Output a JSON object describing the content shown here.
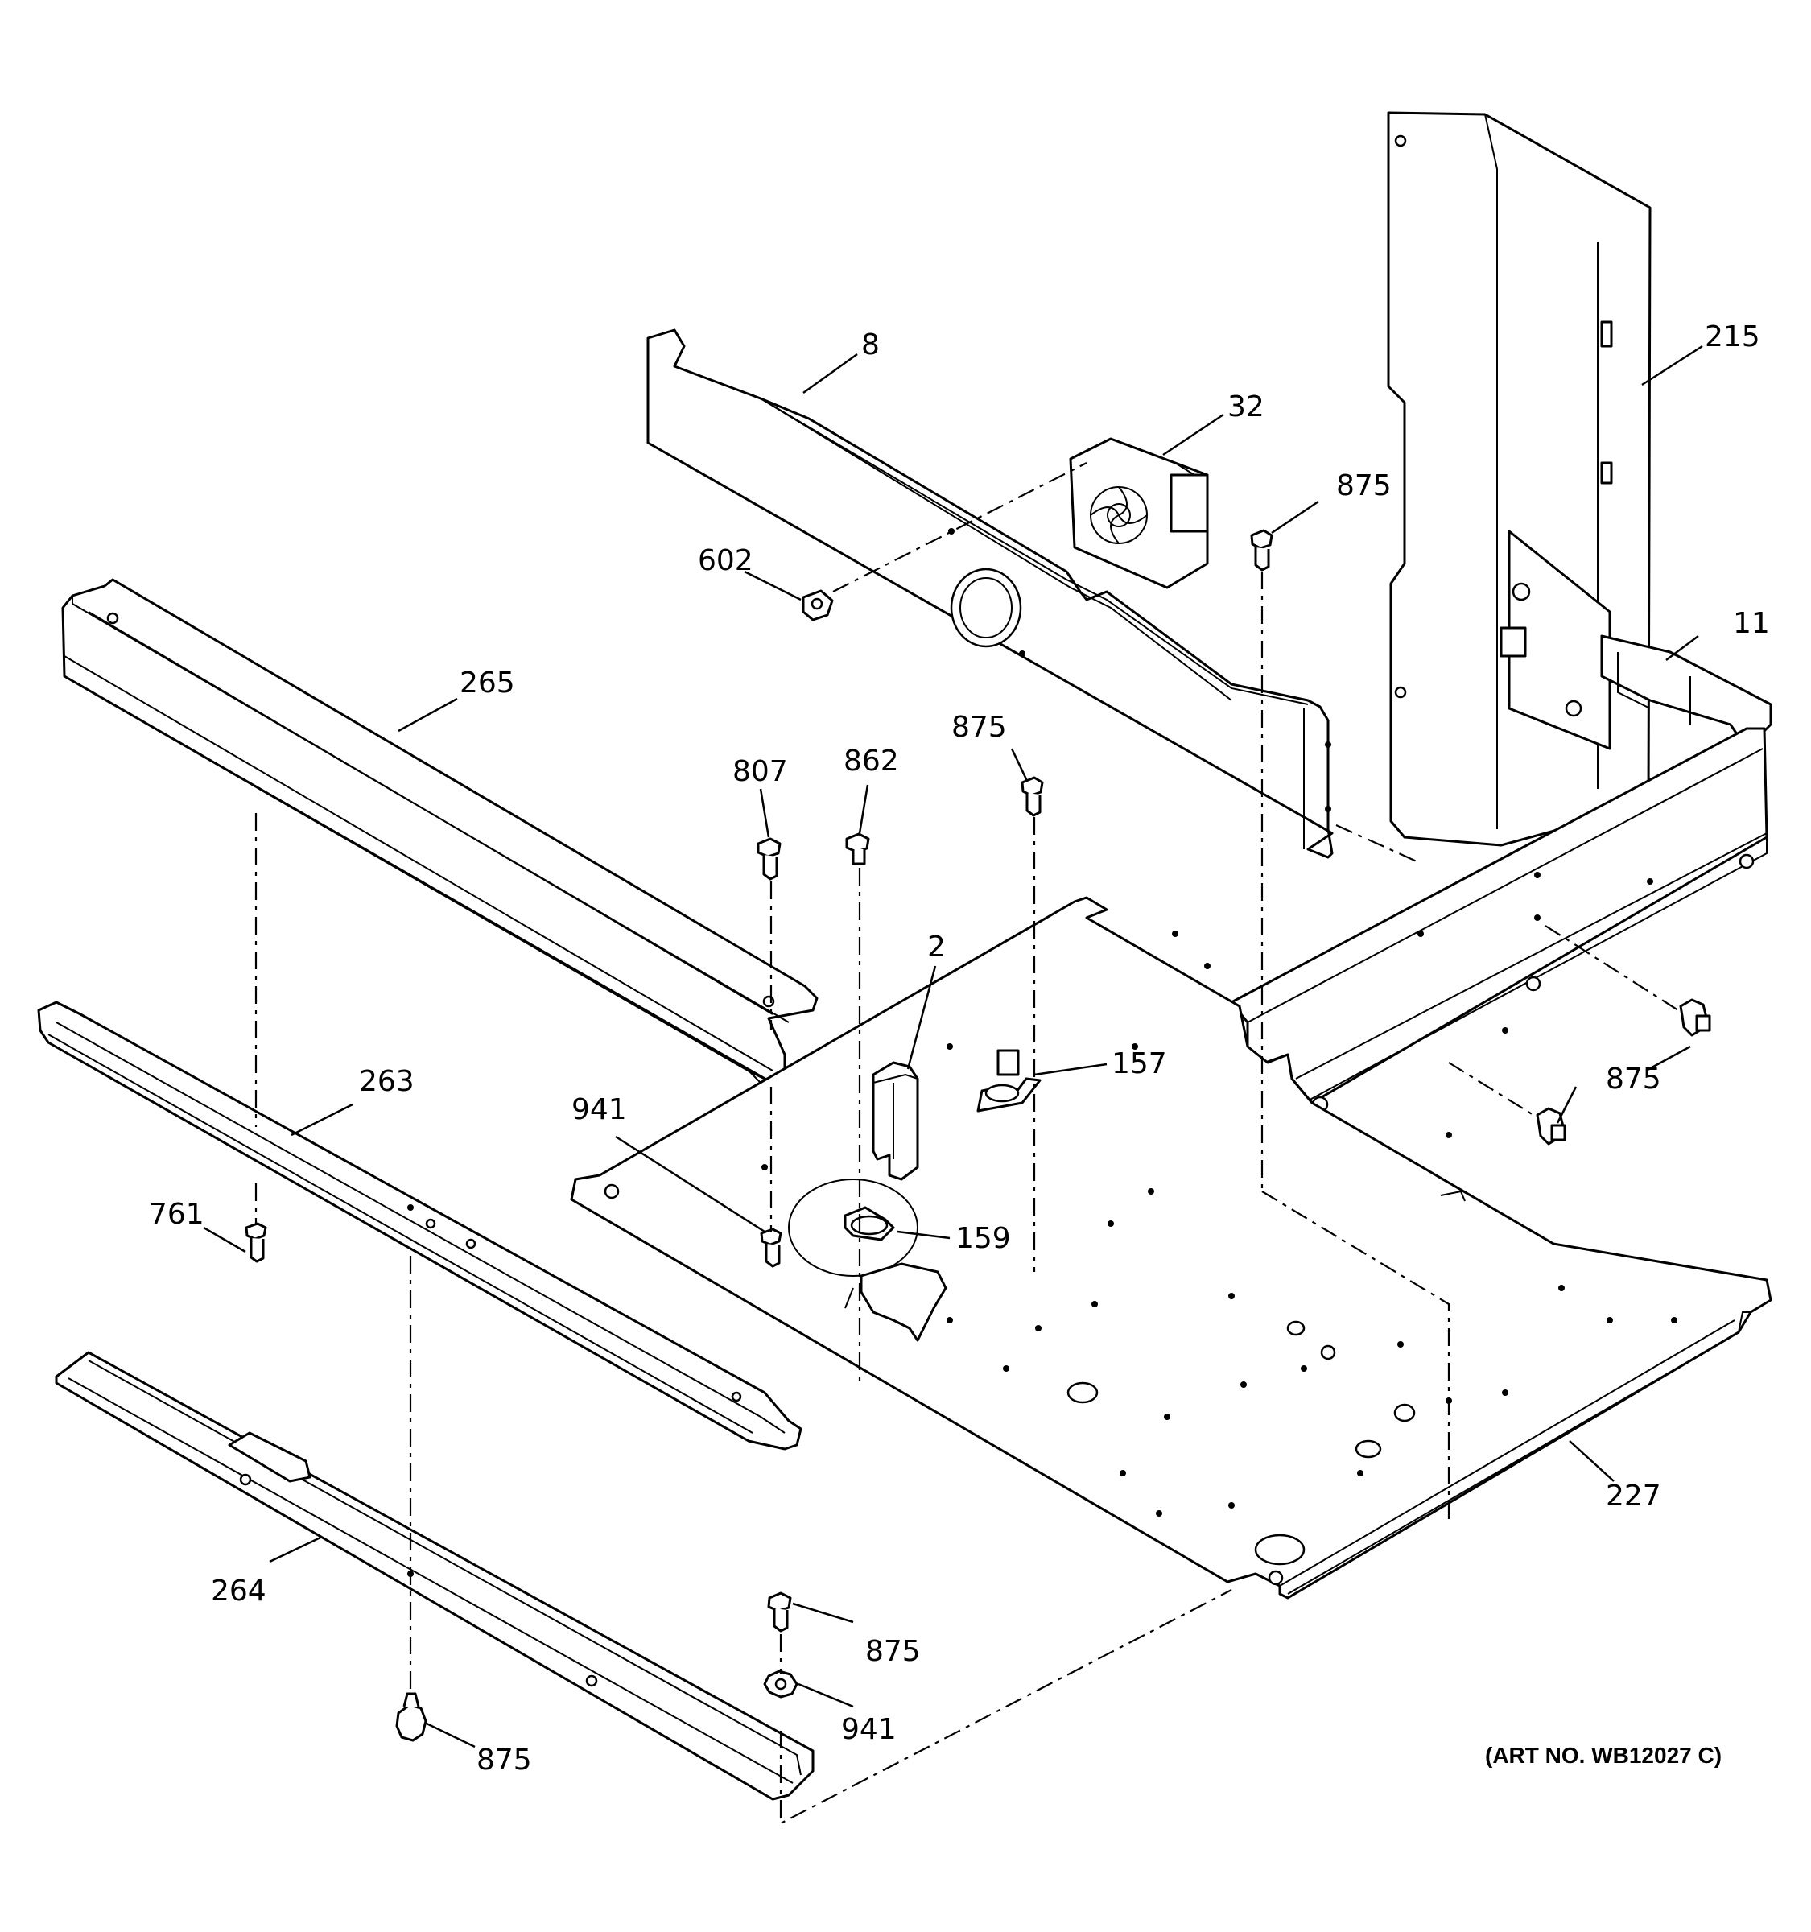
{
  "callouts": {
    "c8": "8",
    "c32": "32",
    "c215": "215",
    "c875a": "875",
    "c602": "602",
    "c11": "11",
    "c265": "265",
    "c875b": "875",
    "c807": "807",
    "c862": "862",
    "c2": "2",
    "c157": "157",
    "c263": "263",
    "c941a": "941",
    "c875c": "875",
    "c761": "761",
    "c159": "159",
    "c227": "227",
    "c264": "264",
    "c875d": "875",
    "c941b": "941",
    "c875e": "875"
  },
  "art_number": "(ART NO. WB12027 C)"
}
